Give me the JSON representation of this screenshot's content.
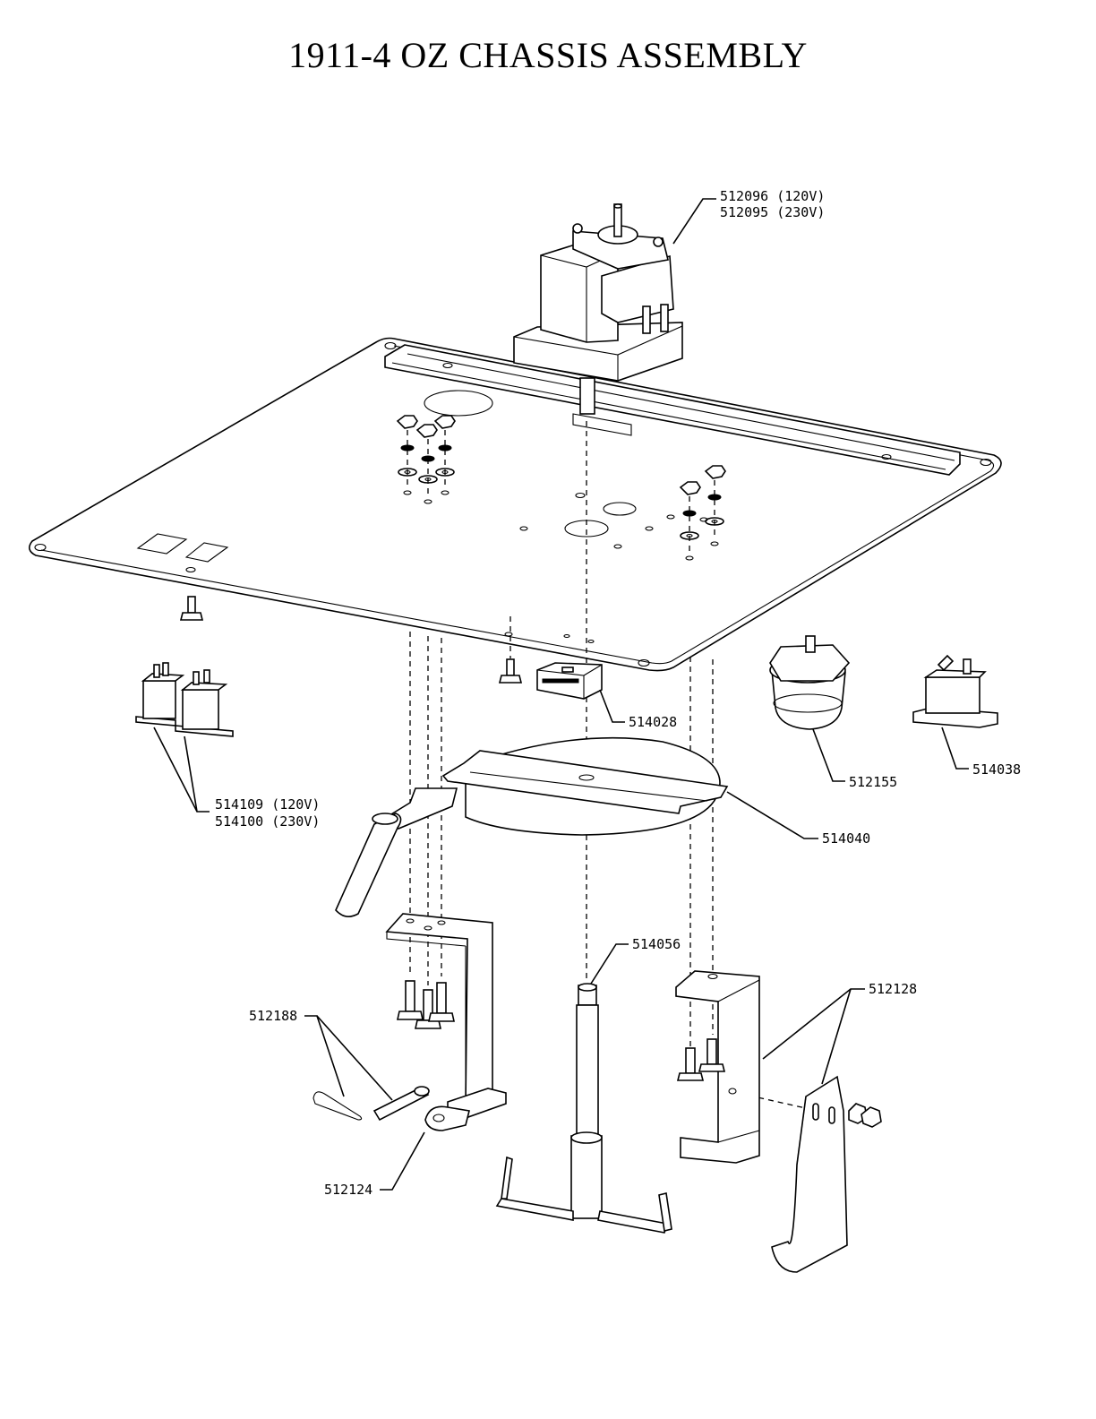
{
  "title": "1911-4 OZ CHASSIS ASSEMBLY",
  "callouts": {
    "motor_120v": "512096 (120V)",
    "motor_230v": "512095 (230V)",
    "switch_120v": "514109 (120V)",
    "switch_230v": "514100 (230V)",
    "relay": "514028",
    "thermostat": "512155",
    "rocker_switch": "514038",
    "stir_plate": "514040",
    "agitator_shaft": "514056",
    "bracket": "512128",
    "hitch_pin": "512188",
    "clevis": "512124"
  }
}
